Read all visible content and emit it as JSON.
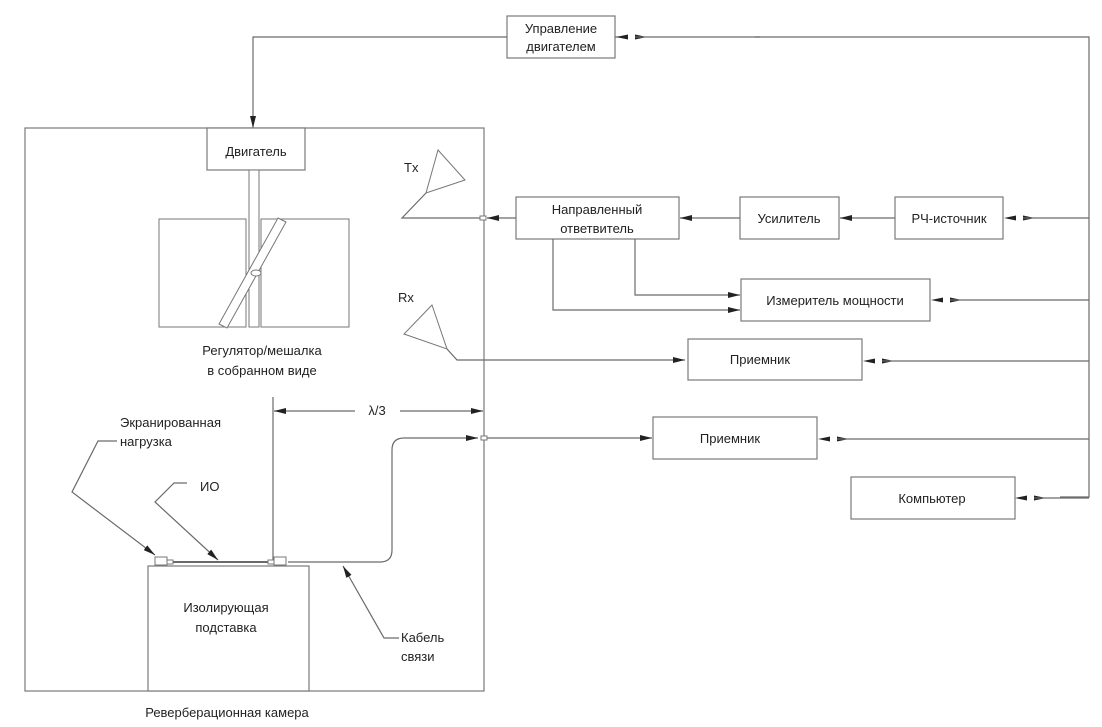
{
  "diagram": {
    "chamber_label": "Реверберационная камера",
    "blocks": {
      "motor_control": [
        "Управление",
        "двигателем"
      ],
      "motor": "Двигатель",
      "directional_coupler": [
        "Направленный",
        "ответвитель"
      ],
      "amplifier": "Усилитель",
      "rf_source": "РЧ-источник",
      "power_meter": "Измеритель мощности",
      "receiver_rx": "Приемник",
      "receiver_cable": "Приемник",
      "computer": "Компьютер",
      "insulating_stand": [
        "Изолирующая",
        "подставка"
      ]
    },
    "labels": {
      "tx_antenna": "Tx",
      "rx_antenna": "Rx",
      "stirrer": [
        "Регулятор/мешалка",
        "в собранном виде"
      ],
      "shielded_load": [
        "Экранированная",
        "нагрузка"
      ],
      "eut": "ИО",
      "cable": [
        "Кабель",
        "связи"
      ],
      "distance": "λ/3"
    }
  }
}
